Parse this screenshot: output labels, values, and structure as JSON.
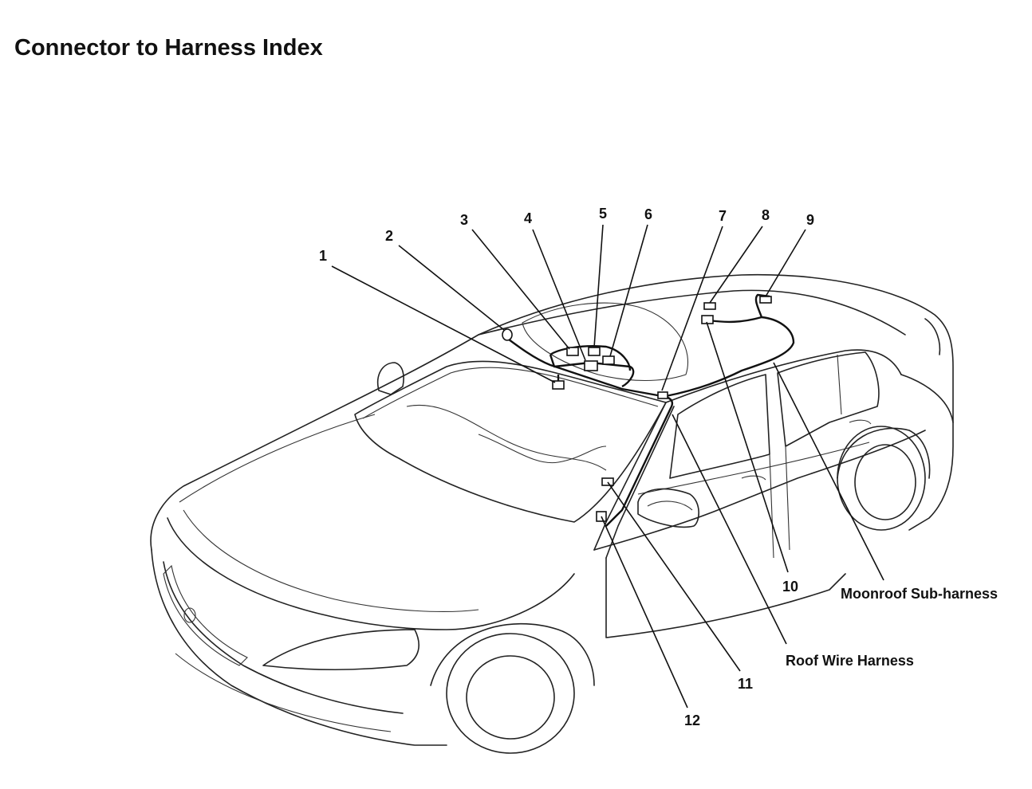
{
  "title": "Connector to Harness Index",
  "callouts": [
    "1",
    "2",
    "3",
    "4",
    "5",
    "6",
    "7",
    "8",
    "9",
    "10",
    "11",
    "12"
  ],
  "harness_labels": {
    "moonroof": "Moonroof Sub-harness",
    "roof": "Roof Wire Harness"
  },
  "colors": {
    "line": "#111111",
    "background": "#ffffff"
  }
}
